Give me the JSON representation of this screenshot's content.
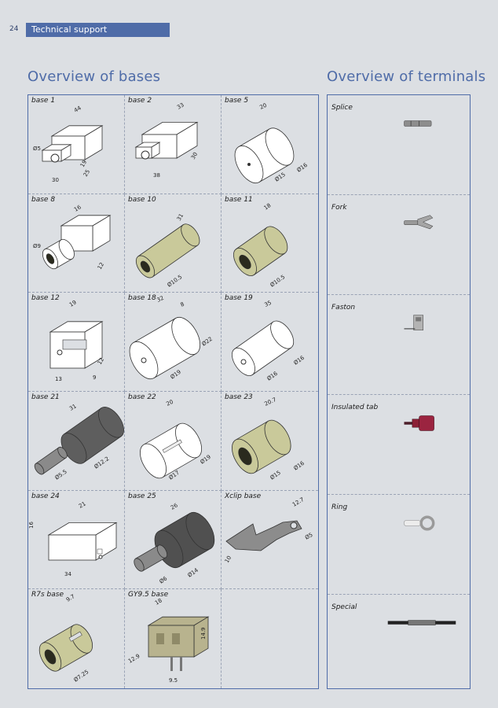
{
  "header": {
    "page_number": "24",
    "section": "Technical support"
  },
  "bases": {
    "title": "Overview of bases",
    "items": [
      {
        "label": "base 1",
        "dims": [
          "44",
          "Ø5",
          "19",
          "30",
          "25"
        ]
      },
      {
        "label": "base 2",
        "dims": [
          "33",
          "30",
          "38"
        ]
      },
      {
        "label": "base 5",
        "dims": [
          "20",
          "Ø16",
          "Ø15"
        ]
      },
      {
        "label": "base 8",
        "dims": [
          "16",
          "Ø9",
          "12"
        ]
      },
      {
        "label": "base 10",
        "dims": [
          "31",
          "Ø10.5"
        ]
      },
      {
        "label": "base 11",
        "dims": [
          "18",
          "Ø10.5"
        ]
      },
      {
        "label": "base 12",
        "dims": [
          "19",
          "12",
          "13",
          "9"
        ]
      },
      {
        "label": "base 18",
        "dims": [
          "32",
          "8",
          "Ø22",
          "Ø19"
        ]
      },
      {
        "label": "base 19",
        "dims": [
          "35",
          "Ø16",
          "Ø16"
        ]
      },
      {
        "label": "base 21",
        "dims": [
          "31",
          "Ø12.2",
          "Ø5.5"
        ]
      },
      {
        "label": "base 22",
        "dims": [
          "20",
          "Ø19",
          "Ø17"
        ]
      },
      {
        "label": "base 23",
        "dims": [
          "20.7",
          "Ø16",
          "Ø15"
        ]
      },
      {
        "label": "base 24",
        "dims": [
          "21",
          "16",
          "34"
        ]
      },
      {
        "label": "base 25",
        "dims": [
          "26",
          "Ø6",
          "Ø14"
        ]
      },
      {
        "label": "Xclip base",
        "dims": [
          "12.7",
          "Ø5",
          "10"
        ]
      },
      {
        "label": "R7s base",
        "dims": [
          "9.7",
          "Ø7.25"
        ]
      },
      {
        "label": "GY9.5 base",
        "dims": [
          "18",
          "14.9",
          "12.9",
          "9.5"
        ]
      },
      {
        "label": "",
        "dims": []
      }
    ]
  },
  "terminals": {
    "title": "Overview of terminals",
    "items": [
      {
        "label": "Splice",
        "icon": "splice-terminal-icon"
      },
      {
        "label": "Fork",
        "icon": "fork-terminal-icon"
      },
      {
        "label": "Faston",
        "icon": "faston-terminal-icon"
      },
      {
        "label": "Insulated tab",
        "icon": "insulated-tab-terminal-icon"
      },
      {
        "label": "Ring",
        "icon": "ring-terminal-icon"
      },
      {
        "label": "Special",
        "icon": "special-terminal-icon"
      }
    ]
  },
  "colors": {
    "accent": "#4f6ca8",
    "background": "#dcdfe3",
    "olive_part": "#c9c99a",
    "grey_part": "#6e6e6e"
  }
}
